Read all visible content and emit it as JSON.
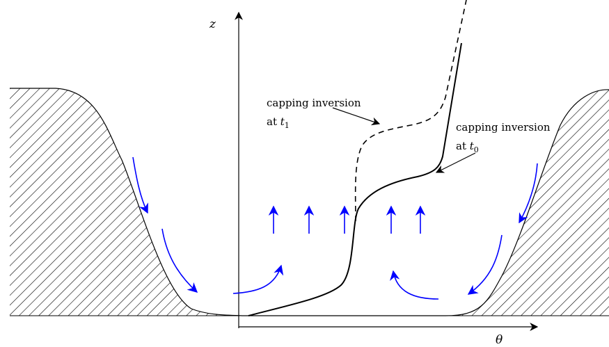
{
  "axes": {
    "x_label": "θ",
    "y_label": "z"
  },
  "annotations": {
    "capping_t1": {
      "line1": "capping inversion",
      "line2_prefix": "at ",
      "line2_var": "t",
      "line2_sub": "1"
    },
    "capping_t0": {
      "line1": "capping inversion",
      "line2_prefix": "at ",
      "line2_var": "t",
      "line2_sub": "0"
    }
  },
  "colors": {
    "flow_arrows": "#0000ff",
    "profiles": "#000000",
    "terrain_hatch": "#000000"
  },
  "legend_semantics": {
    "solid_profile": "capping inversion at t0",
    "dashed_profile": "capping inversion at t1"
  }
}
